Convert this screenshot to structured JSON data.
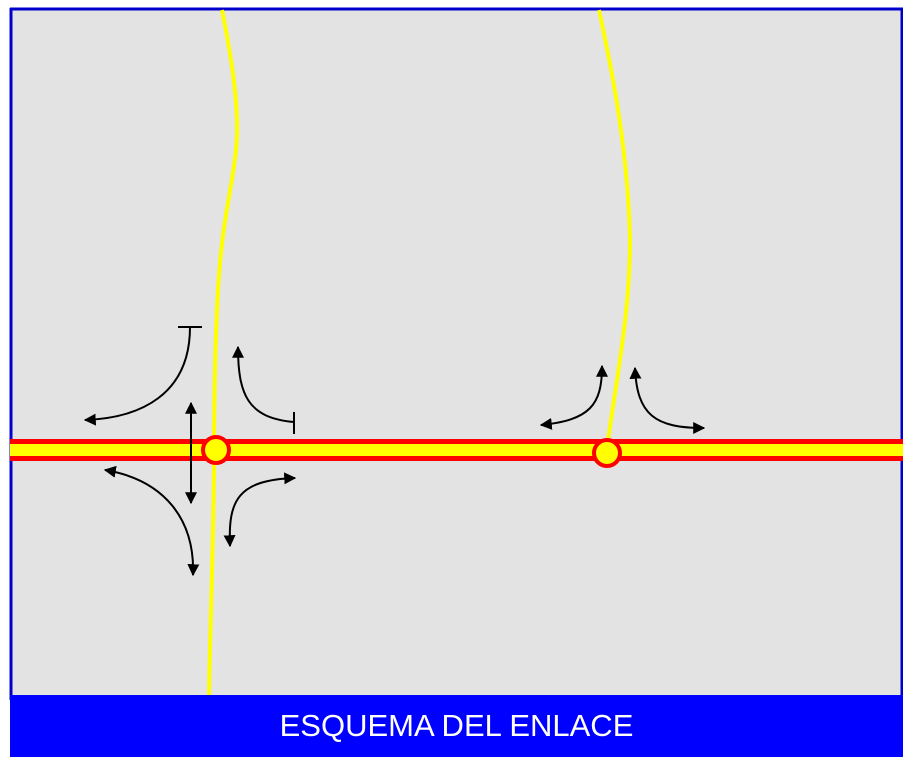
{
  "caption": "ESQUEMA DEL ENLACE",
  "colors": {
    "background": "#e3e3e3",
    "frame": "#0000cc",
    "caption_bar": "#0000ff",
    "caption_text": "#ffffff",
    "main_road_edge": "#ff0000",
    "main_road_center": "#ffff00",
    "secondary_road": "#ffff00",
    "junction_fill": "#ffff00",
    "junction_stroke": "#ff0000",
    "movement_arrow": "#000000"
  },
  "junctions": [
    {
      "name": "junction-left"
    },
    {
      "name": "junction-right"
    }
  ]
}
